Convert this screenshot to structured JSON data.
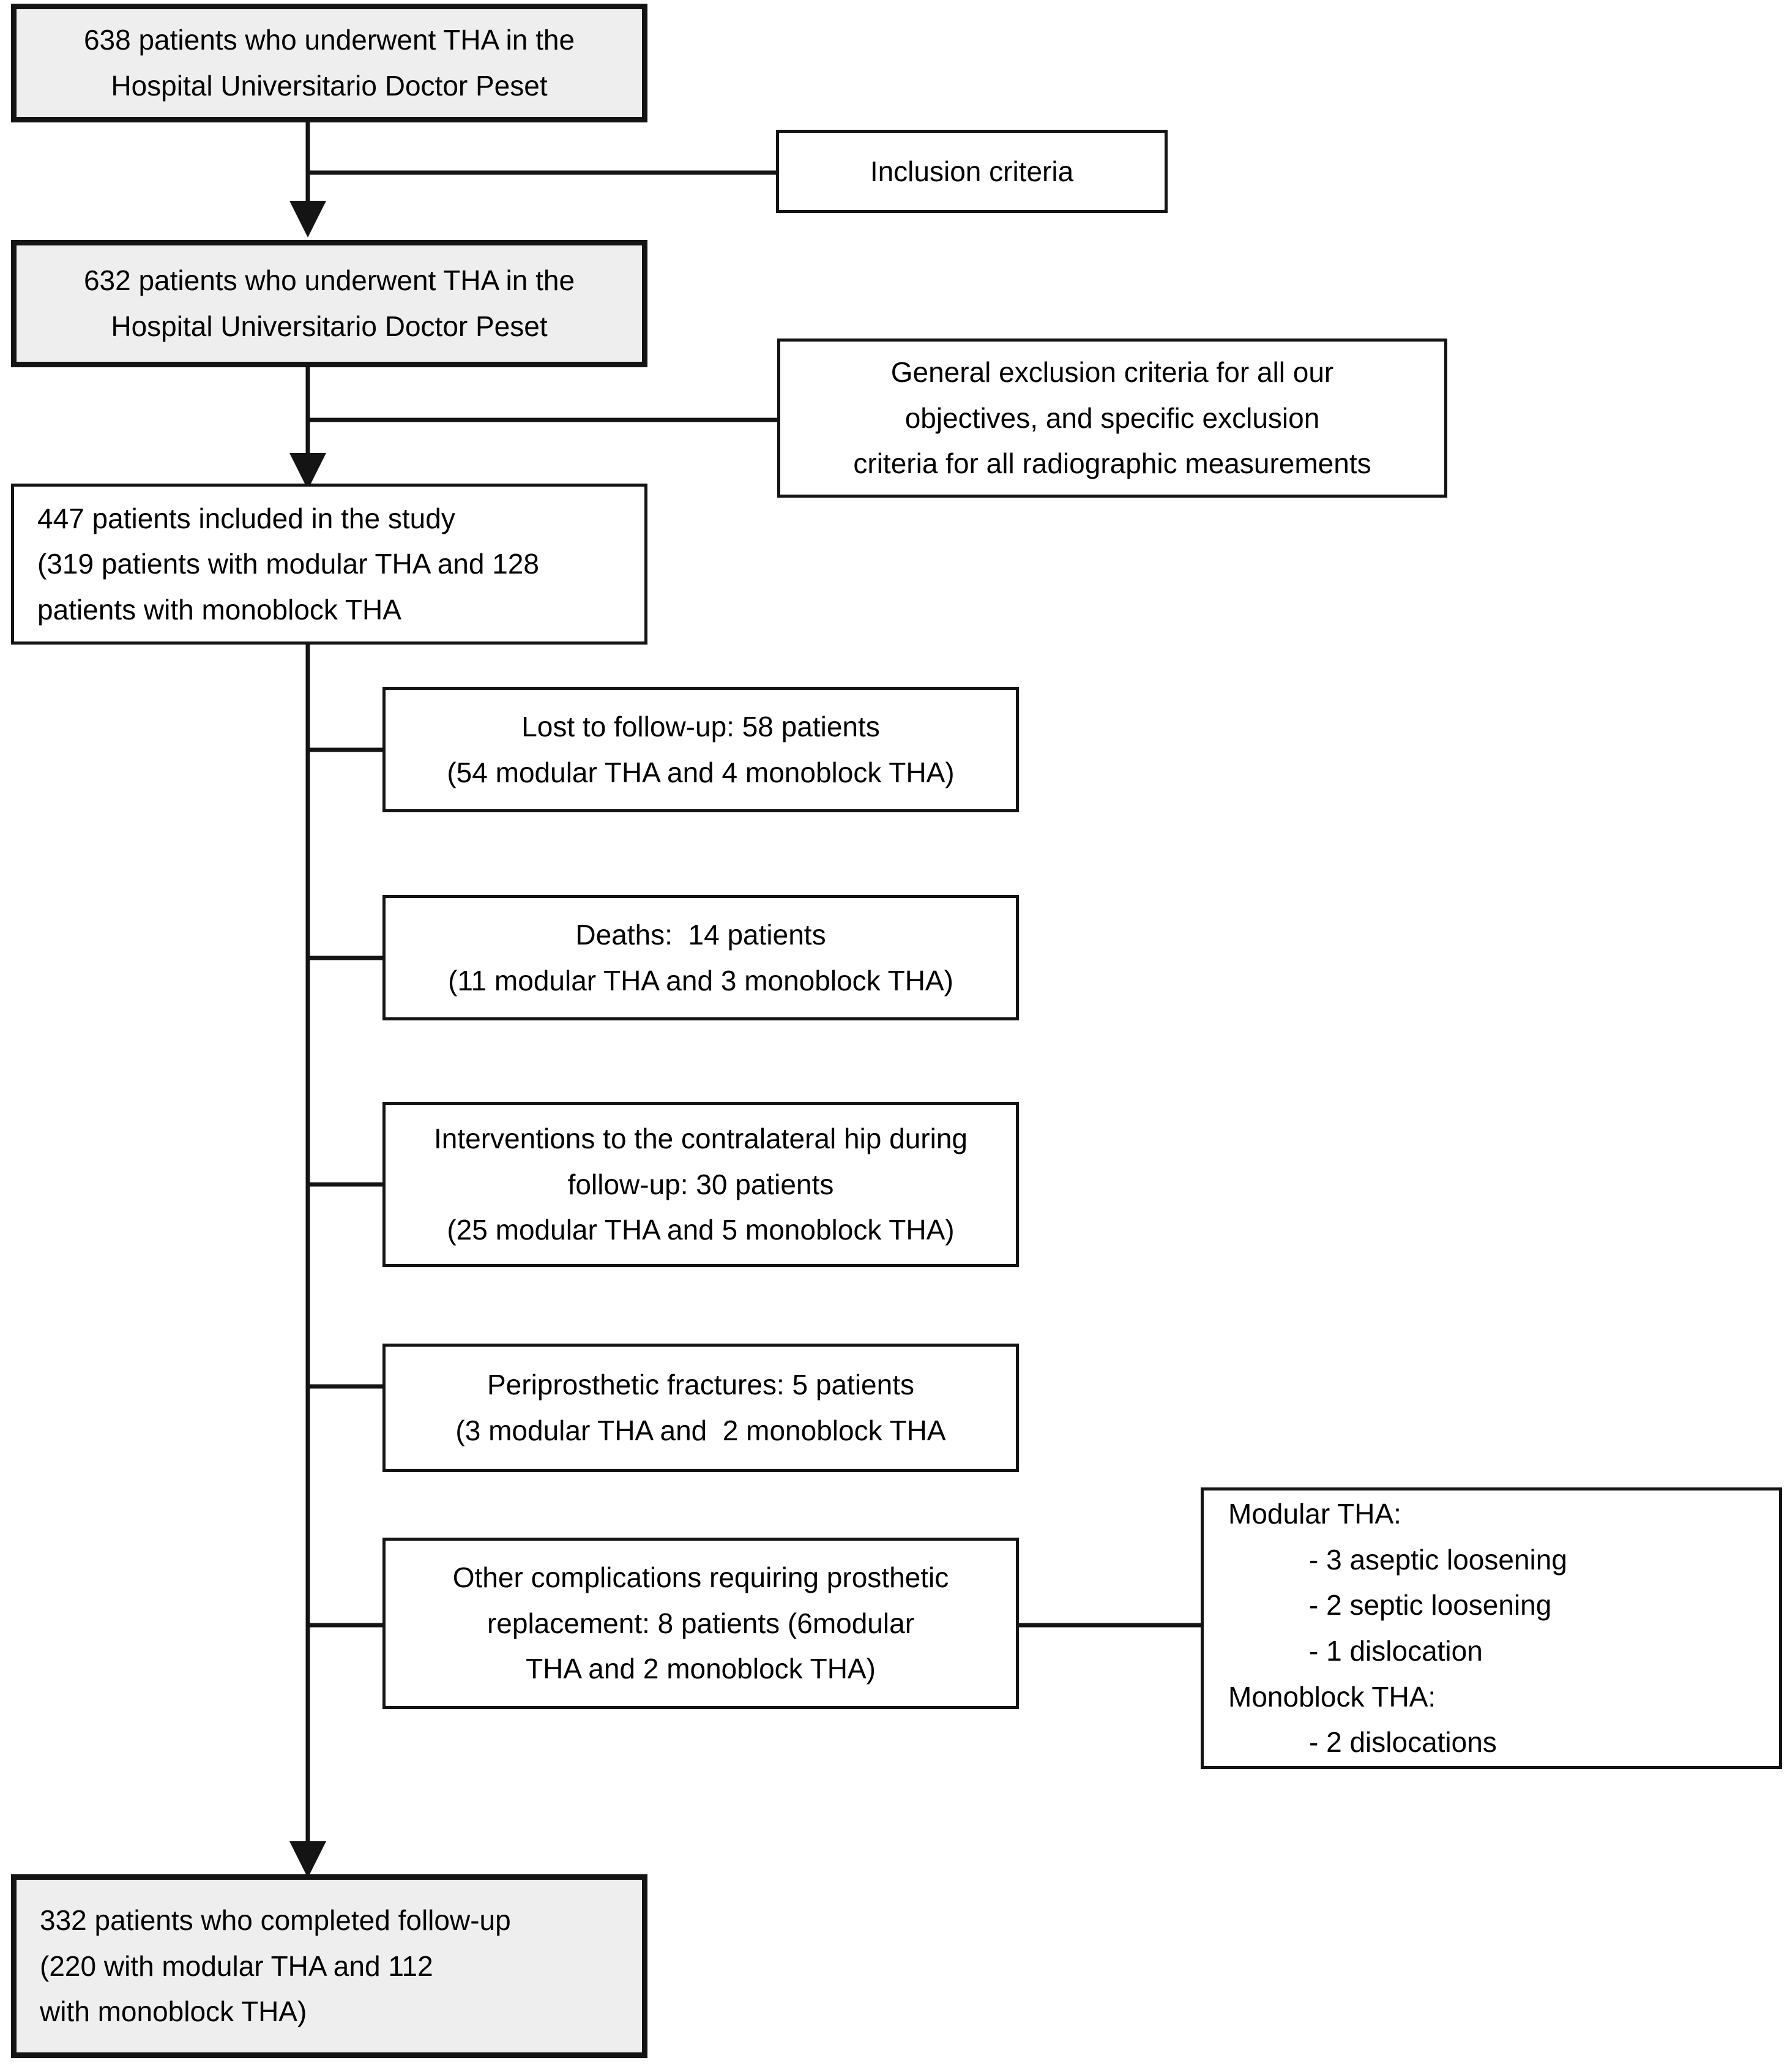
{
  "diagram": {
    "title": "THA patient flow diagram",
    "colors": {
      "shaded_fill": "#eeeeee",
      "plain_fill": "#ffffff",
      "stroke": "#141414"
    },
    "nodes": {
      "cohort_initial": {
        "line1": "638 patients who underwent THA in the",
        "line2": "Hospital Universitario Doctor Peset"
      },
      "inclusion_criteria": {
        "line1": "Inclusion criteria"
      },
      "cohort_after_inclusion": {
        "line1": "632 patients who underwent THA in the",
        "line2": "Hospital Universitario Doctor Peset"
      },
      "exclusion_criteria": {
        "line1": "General exclusion criteria for all our",
        "line2": "objectives, and specific exclusion",
        "line3": "criteria for all radiographic measurements"
      },
      "included_in_study": {
        "line1": "447 patients included in the study",
        "line2": "(319 patients with modular THA and 128",
        "line3": "patients with monoblock THA"
      },
      "lost_to_followup": {
        "line1": "Lost to follow-up: 58 patients",
        "line2": "(54 modular THA and 4 monoblock THA)"
      },
      "deaths": {
        "line1": "Deaths:  14 patients",
        "line2": "(11 modular THA and 3 monoblock THA)"
      },
      "contralateral_interventions": {
        "line1": "Interventions to the contralateral hip during",
        "line2": "follow-up: 30 patients",
        "line3": "(25 modular THA and 5 monoblock THA)"
      },
      "periprosthetic_fractures": {
        "line1": "Periprosthetic fractures: 5 patients",
        "line2": "(3 modular THA and  2 monoblock THA"
      },
      "other_complications": {
        "line1": "Other complications requiring prosthetic",
        "line2": "replacement: 8 patients (6modular",
        "line3": "THA and 2 monoblock THA)"
      },
      "complication_detail": {
        "heading_modular": "Modular THA:",
        "modular_item1": "- 3 aseptic loosening",
        "modular_item2": "- 2 septic loosening",
        "modular_item3": "- 1 dislocation",
        "heading_monoblock": "Monoblock THA:",
        "monoblock_item1": "- 2 dislocations"
      },
      "completed_followup": {
        "line1": "332 patients who completed follow-up",
        "line2": "(220 with modular THA and 112",
        "line3": "with monoblock THA)"
      }
    }
  }
}
